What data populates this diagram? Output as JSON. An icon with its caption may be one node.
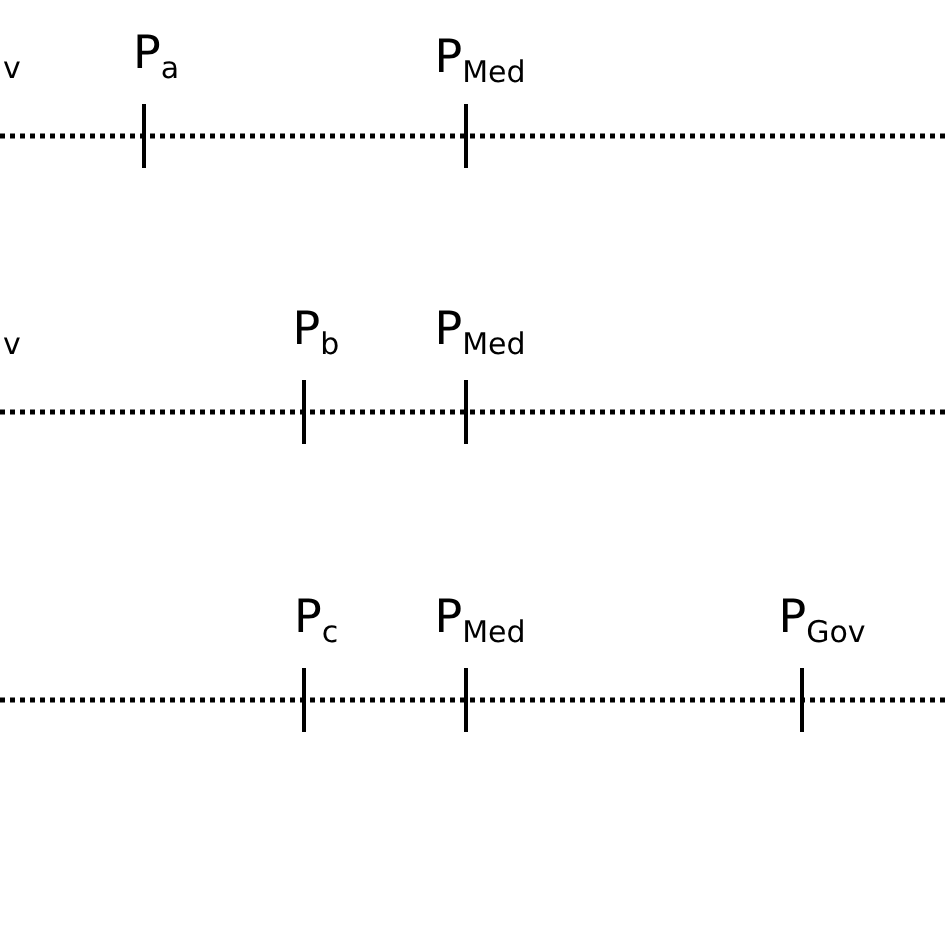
{
  "diagram": {
    "labels": [
      "$_{v}$",
      "P$_{a}$",
      "P$_{Med}$",
      "$_{v}$",
      "P$_{b}$",
      "P$_{Med}$",
      "P$_{c}$",
      "P$_{Med}$",
      "P$_{Gov}$"
    ]
  }
}
